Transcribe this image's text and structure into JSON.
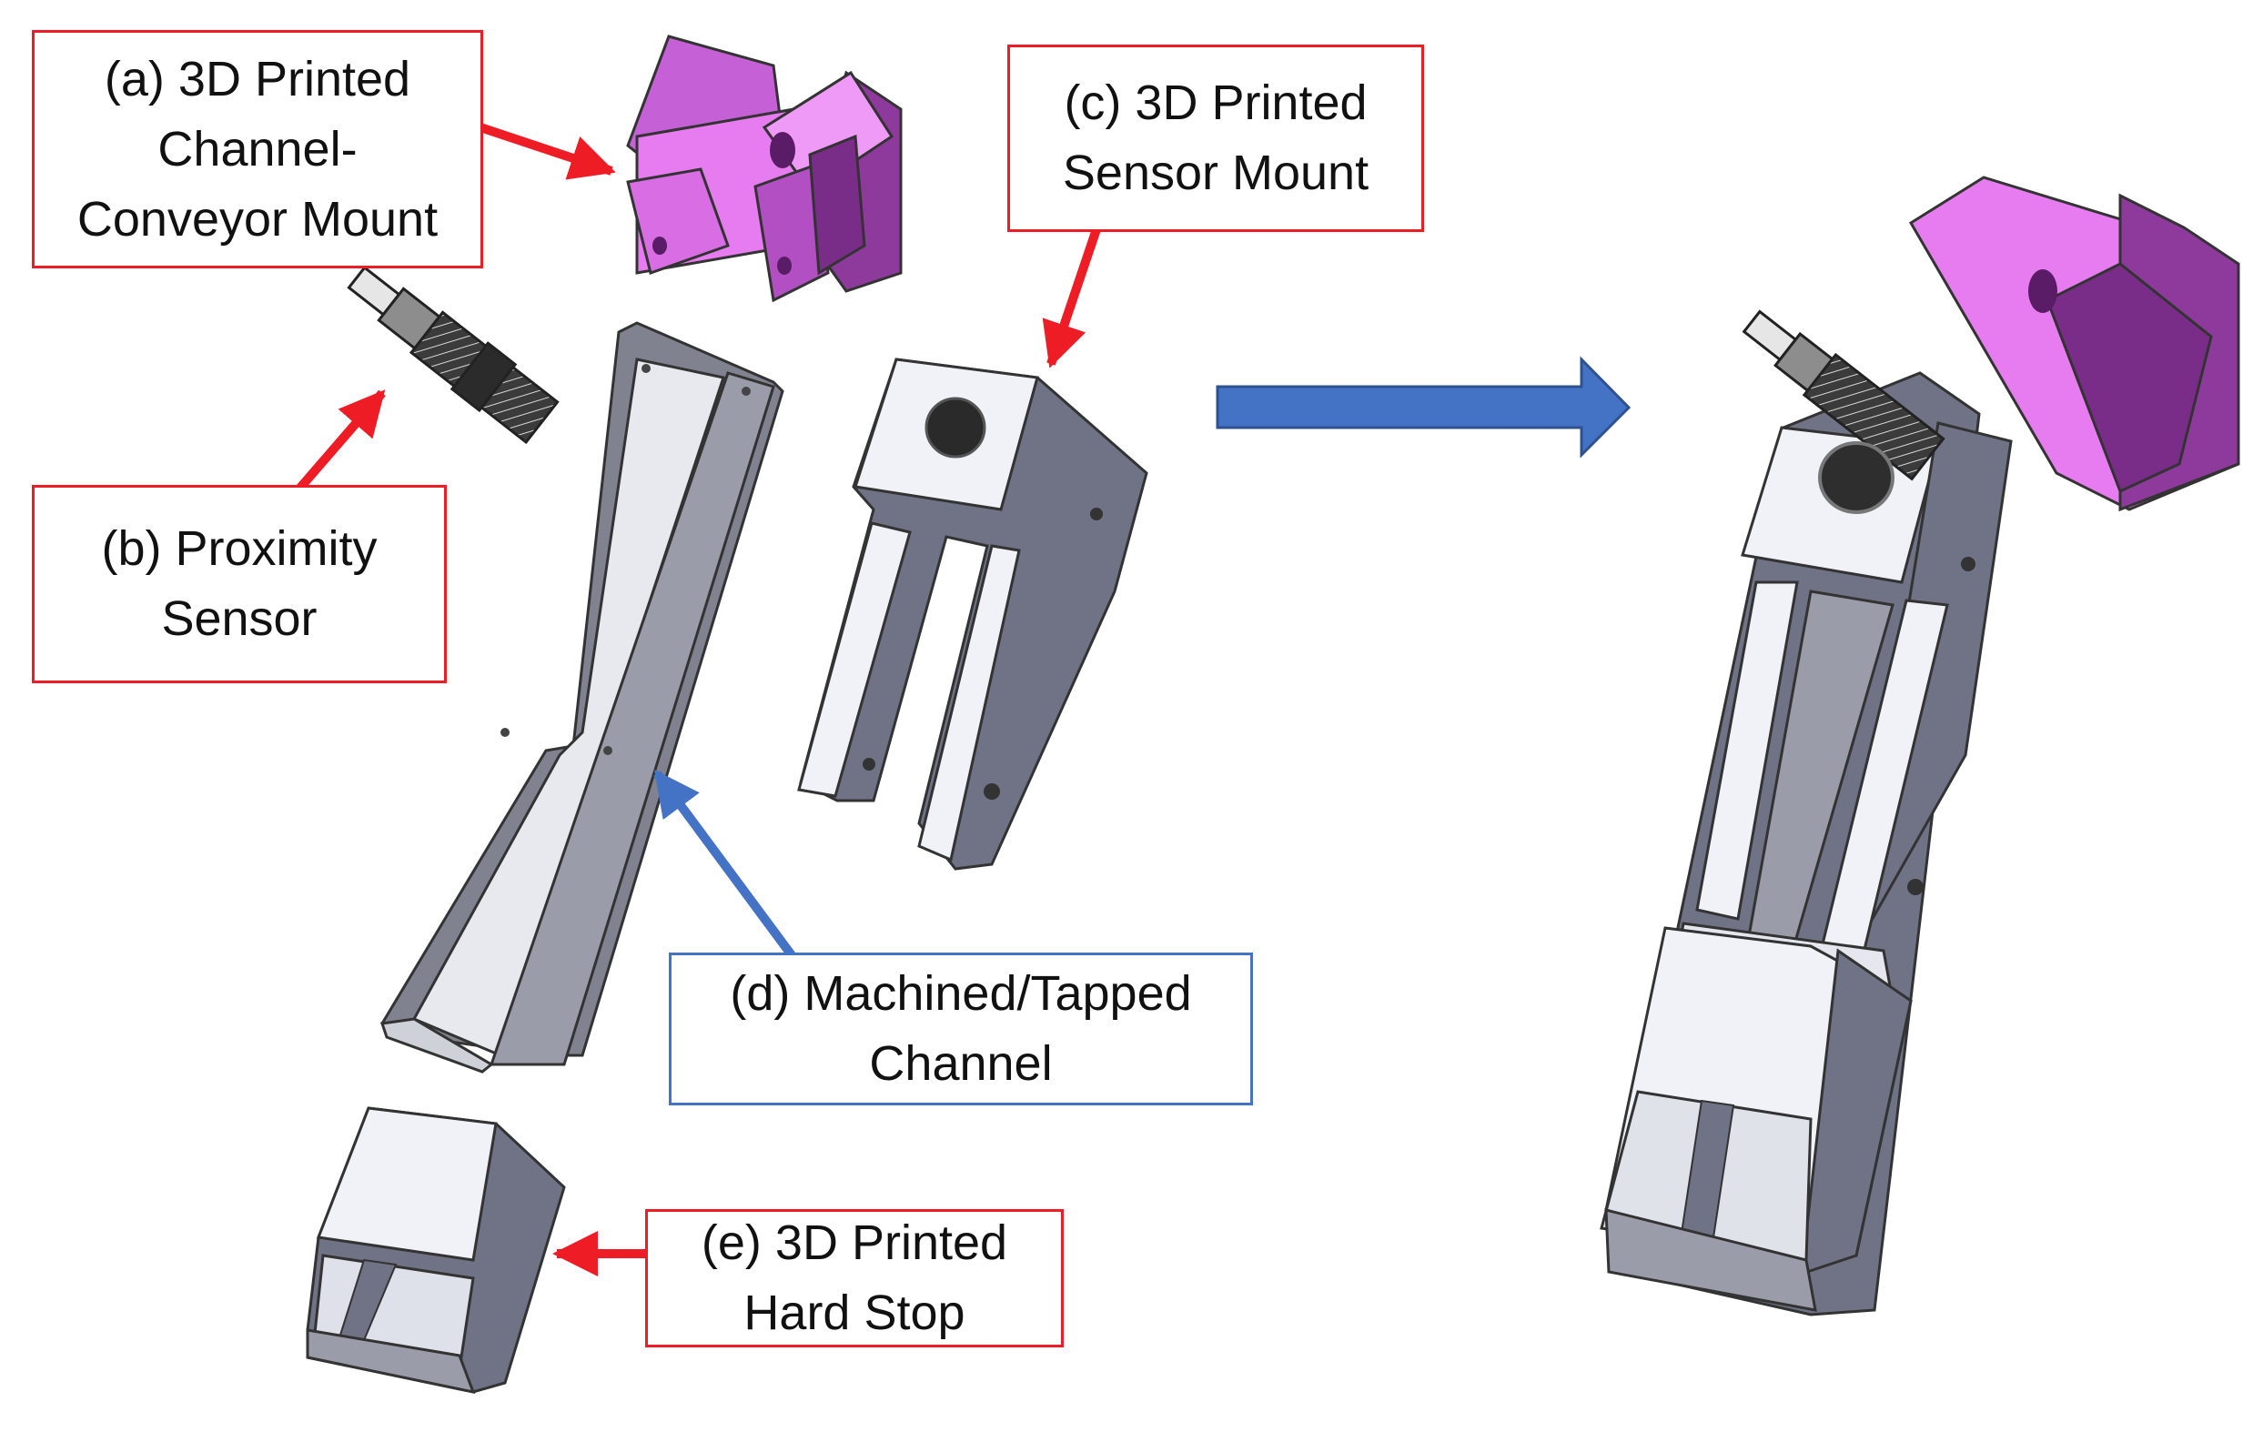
{
  "colors": {
    "callout_red": "#ee1c24",
    "callout_blue": "#4472c4",
    "assembly_arrow": "#4472c4",
    "part_magenta": "#e77cf0",
    "part_gray_light": "#f3f4fa",
    "part_gray_dark": "#74778a"
  },
  "labels": {
    "a": {
      "lines": [
        "(a) 3D Printed",
        "Channel-",
        "Conveyor Mount"
      ],
      "color": "#ee1c24"
    },
    "b": {
      "lines": [
        "(b) Proximity",
        "Sensor"
      ],
      "color": "#ee1c24"
    },
    "c": {
      "lines": [
        "(c) 3D Printed",
        "Sensor Mount"
      ],
      "color": "#ee1c24"
    },
    "d": {
      "lines": [
        "(d) Machined/Tapped",
        "Channel"
      ],
      "color": "#4472c4"
    },
    "e": {
      "lines": [
        "(e) 3D Printed",
        "Hard Stop"
      ],
      "color": "#ee1c24"
    }
  }
}
